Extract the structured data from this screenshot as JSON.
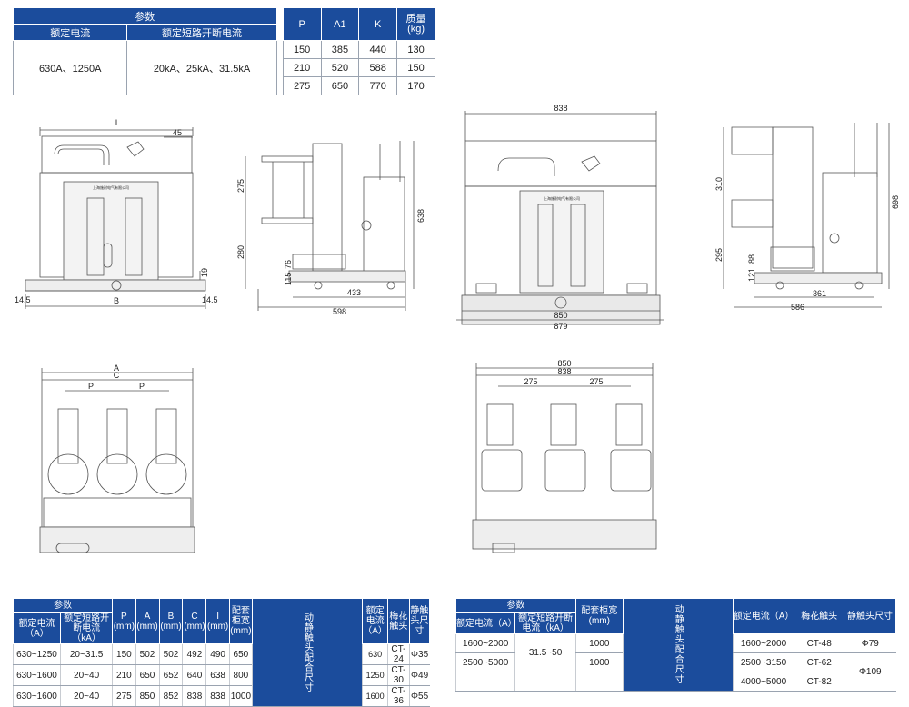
{
  "table1": {
    "header_params": "参数",
    "col_rated_current": "额定电流",
    "col_breaking_current": "额定短路开断电流",
    "col_p": "P",
    "col_a1": "A1",
    "col_k": "K",
    "col_mass_line1": "质量",
    "col_mass_line2": "(kg)",
    "rated_current_value": "630A、1250A",
    "breaking_current_value": "20kA、25kA、31.5kA",
    "rows": [
      {
        "p": "150",
        "a1": "385",
        "k": "440",
        "mass": "130"
      },
      {
        "p": "210",
        "a1": "520",
        "k": "588",
        "mass": "150"
      },
      {
        "p": "275",
        "a1": "650",
        "k": "770",
        "mass": "170"
      }
    ]
  },
  "drawings": {
    "d1": {
      "top": "I",
      "d45": "45",
      "d19": "19",
      "b": "B",
      "left145": "14.5",
      "right145": "14.5"
    },
    "d2": {
      "d275": "275",
      "d280": "280",
      "d638": "638",
      "d76": "76",
      "d115": "115",
      "d433": "433",
      "d598": "598"
    },
    "d3": {
      "d838": "838",
      "d850": "850",
      "d879": "879"
    },
    "d4": {
      "d310": "310",
      "d295": "295",
      "d698": "698",
      "d88": "88",
      "d121": "121",
      "d361": "361",
      "d586": "586"
    },
    "d5": {
      "a": "A",
      "c": "C",
      "p1": "P",
      "p2": "P"
    },
    "d6": {
      "d850": "850",
      "d838": "838",
      "p1": "275",
      "p2": "275"
    },
    "label_text": "上海施耐电气有限公司"
  },
  "table2": {
    "header_params": "参数",
    "col_rated": "额定电流（A）",
    "col_breaking": "额定短路开断电流（kA）",
    "col_p": "P (mm)",
    "col_a": "A (mm)",
    "col_b": "B (mm)",
    "col_c": "C (mm)",
    "col_i": "I (mm)",
    "col_width": "配套柜宽 (mm)",
    "vertical": "动静触头配合尺寸",
    "col_rated2": "额定电流（A）",
    "col_contact": "梅花触头",
    "col_static": "静触头尺寸",
    "rows": [
      {
        "rated": "630~1250",
        "breaking": "20~31.5",
        "p": "150",
        "a": "502",
        "b": "502",
        "c": "492",
        "i": "490",
        "width": "650",
        "rated2": "630",
        "contact": "CT-24",
        "static": "Φ35"
      },
      {
        "rated": "630~1600",
        "breaking": "20~40",
        "p": "210",
        "a": "650",
        "b": "652",
        "c": "640",
        "i": "638",
        "width": "800",
        "rated2": "1250",
        "contact": "CT-30",
        "static": "Φ49"
      },
      {
        "rated": "630~1600",
        "breaking": "20~40",
        "p": "275",
        "a": "850",
        "b": "852",
        "c": "838",
        "i": "838",
        "width": "1000",
        "rated2": "1600",
        "contact": "CT-36",
        "static": "Φ55"
      }
    ]
  },
  "table3": {
    "header_params": "参数",
    "col_rated": "额定电流（A）",
    "col_breaking": "额定短路开断电流（kA）",
    "col_width": "配套柜宽(mm)",
    "vertical": "动静触头配合尺寸",
    "col_rated2": "额定电流（A）",
    "col_contact": "梅花触头",
    "col_static": "静触头尺寸",
    "rows": [
      {
        "rated": "1600~2000",
        "width": "1000",
        "rated2": "1600~2000",
        "contact": "CT-48",
        "static": "Φ79"
      },
      {
        "rated": "2500~5000",
        "width": "1000",
        "rated2": "2500~3150",
        "contact": "CT-62"
      },
      {
        "rated2": "4000~5000",
        "contact": "CT-82"
      }
    ],
    "breaking_merged": "31.5~50",
    "static_merged": "Φ109"
  },
  "colors": {
    "header_blue": "#1b4c9c",
    "line_gray": "#555555",
    "fill_gray": "#e6e6e6"
  }
}
